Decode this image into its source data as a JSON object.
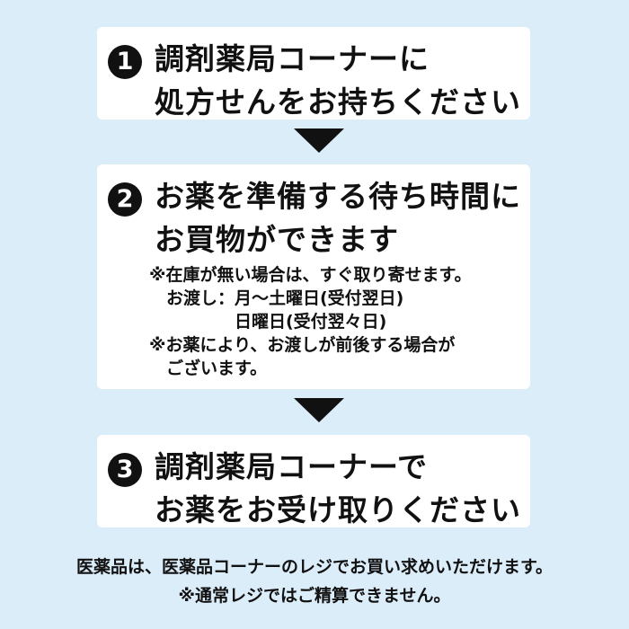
{
  "steps": [
    {
      "number": "1",
      "lines": [
        "調剤薬局コーナーに",
        "処方せんをお持ちください"
      ]
    },
    {
      "number": "2",
      "lines": [
        "お薬を準備する待ち時間に",
        "お買物ができます"
      ],
      "notes": [
        "※在庫が無い場合は、すぐ取り寄せます。",
        "　お渡し：月～土曜日(受付翌日)",
        "　　　　　日曜日(受付翌々日)",
        "※お薬により、お渡しが前後する場合が",
        "　ございます。"
      ]
    },
    {
      "number": "3",
      "lines": [
        "調剤薬局コーナーで",
        "お薬をお受け取りください"
      ]
    }
  ],
  "footer": [
    "医薬品は、医薬品コーナーのレジでお買い求めいただけます。",
    "※通常レジではご精算できません。"
  ]
}
